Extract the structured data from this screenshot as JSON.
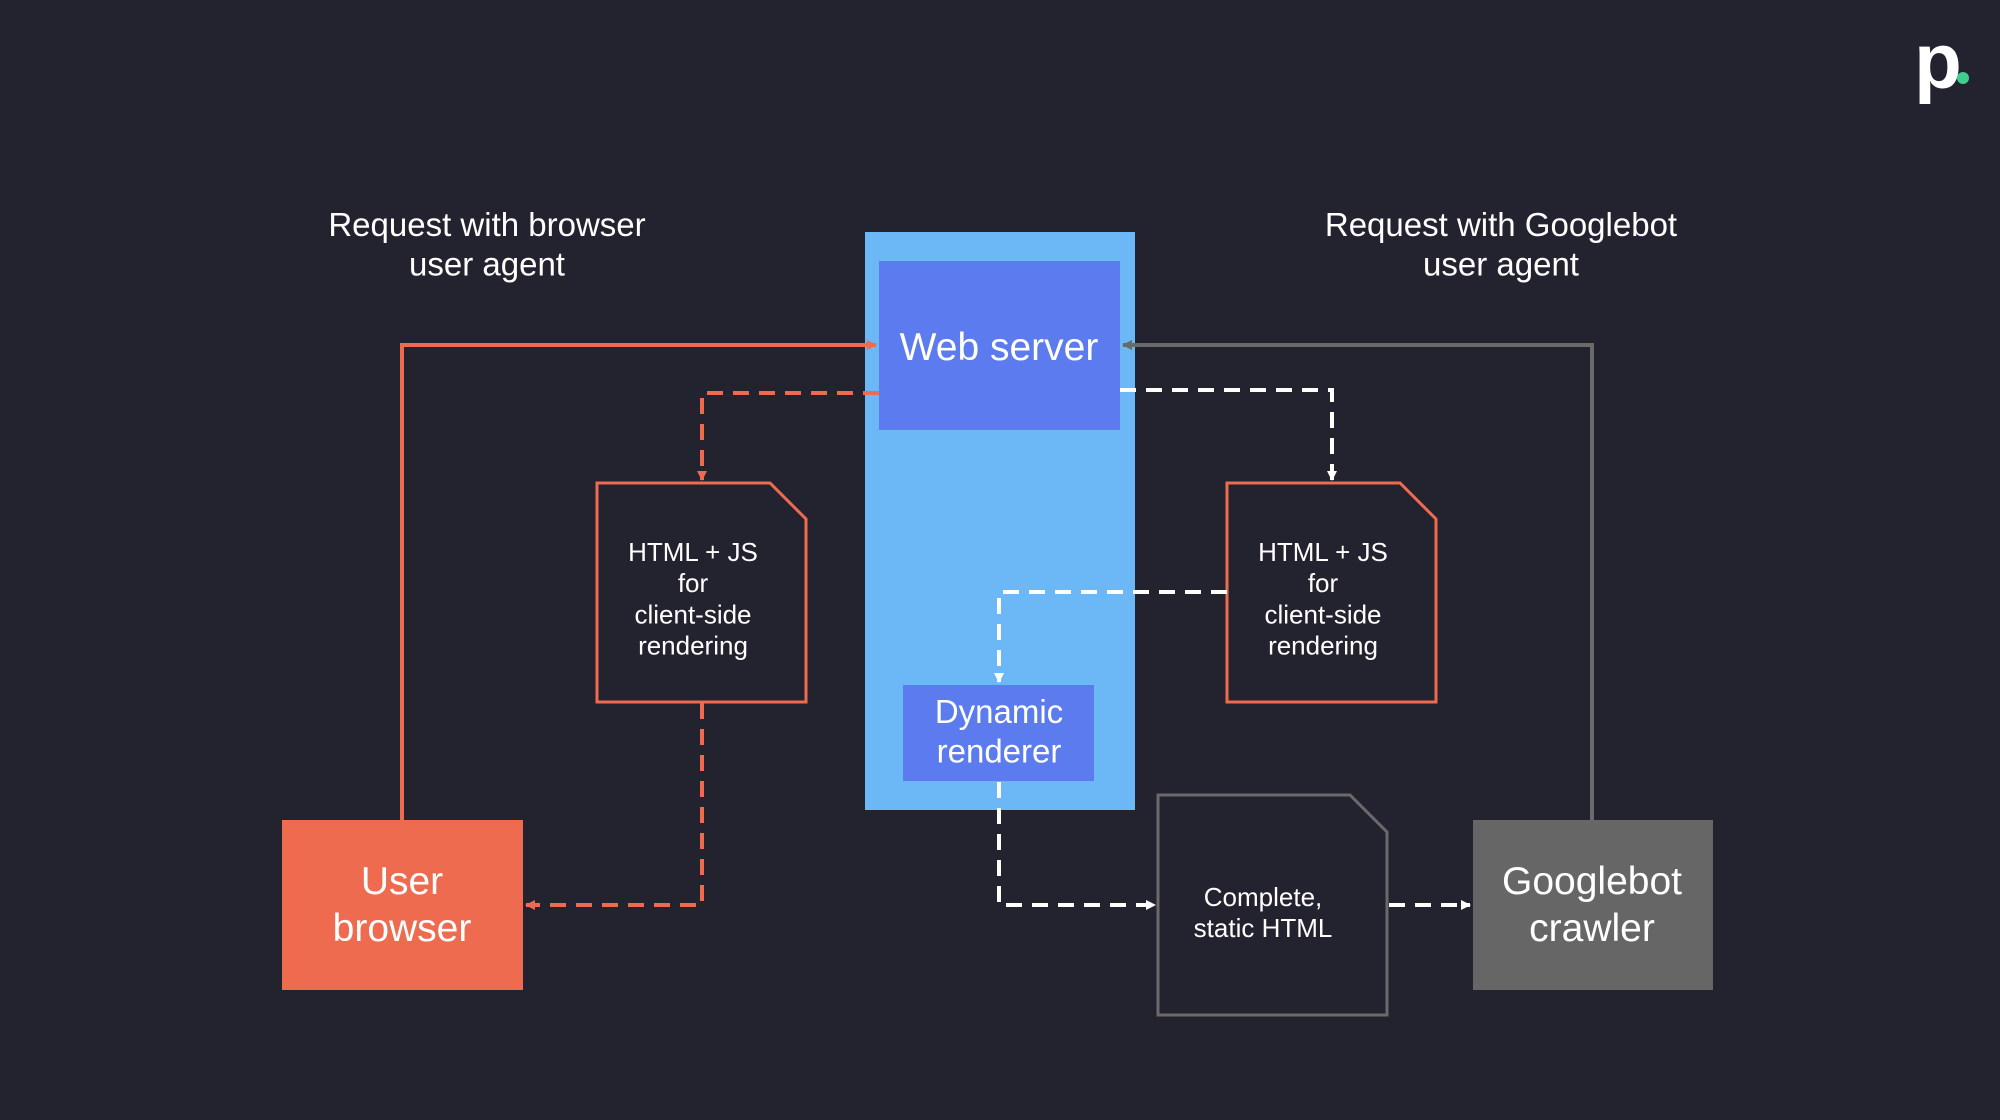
{
  "logo": {
    "letter": "p",
    "dot_color": "#3ecf8e"
  },
  "captions": {
    "browser_request": [
      "Request with browser",
      "user agent"
    ],
    "googlebot_request": [
      "Request with Googlebot",
      "user agent"
    ]
  },
  "nodes": {
    "web_server": {
      "label": [
        "Web server"
      ]
    },
    "dynamic_renderer": {
      "label": [
        "Dynamic",
        "renderer"
      ]
    },
    "user_browser": {
      "label": [
        "User",
        "browser"
      ]
    },
    "googlebot_crawler": {
      "label": [
        "Googlebot",
        "crawler"
      ]
    },
    "doc_browser": {
      "label": [
        "HTML + JS",
        "for",
        "client-side",
        "rendering"
      ]
    },
    "doc_googlebot": {
      "label": [
        "HTML + JS",
        "for",
        "client-side",
        "rendering"
      ]
    },
    "doc_static": {
      "label": [
        "Complete,",
        "static HTML"
      ]
    }
  },
  "colors": {
    "background": "#23222f",
    "server_panel": "#6cb7f5",
    "web_server": "#5b7bee",
    "dynamic_renderer": "#5b7bee",
    "user_browser": "#ee6b4f",
    "googlebot_crawler": "#666666",
    "orange_line": "#ee6b4f",
    "gray_line": "#6a6a6a",
    "white_line": "#ffffff"
  }
}
